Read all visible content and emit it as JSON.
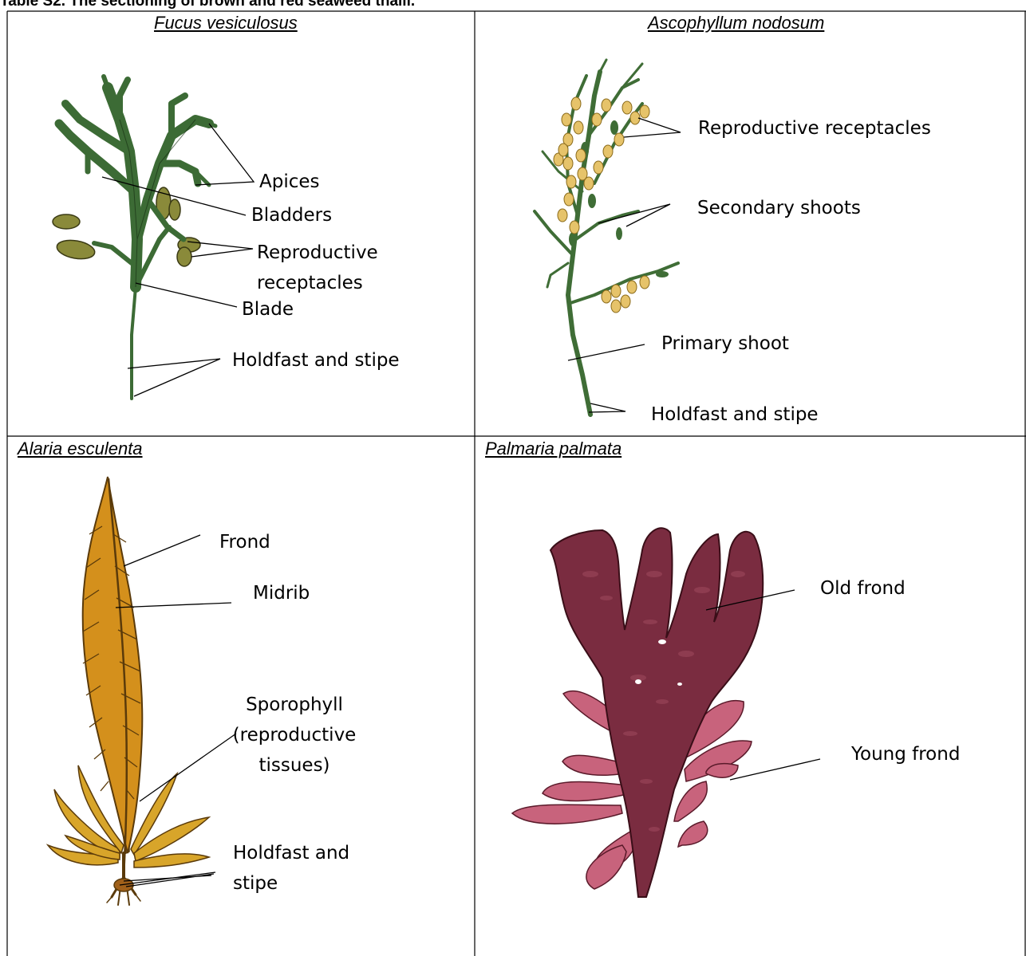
{
  "caption": "Table S2. The sectioning of brown and red seaweed thalli.",
  "panels": [
    {
      "species": "Fucus vesiculosus",
      "labels": [
        "Apices",
        "Bladders",
        "Reproductive\nreceptacles",
        "Blade",
        "Holdfast and stipe"
      ]
    },
    {
      "species": "Ascophyllum nodosum",
      "labels": [
        "Reproductive receptacles",
        "Secondary shoots",
        "Primary shoot",
        "Holdfast and stipe"
      ]
    },
    {
      "species": "Alaria esculenta",
      "labels": [
        "Frond",
        "Midrib",
        "Sporophyll\n(reproductive\ntissues)",
        "Holdfast and\nstipe"
      ]
    },
    {
      "species": "Palmaria palmata",
      "labels": [
        "Old frond",
        "Young frond"
      ]
    }
  ],
  "colors": {
    "fucus_green": "#3c6b35",
    "fucus_bladder": "#8a8a3a",
    "asco_green": "#3f6d36",
    "asco_receptacle": "#e6c36a",
    "alaria_orange": "#d4901c",
    "alaria_sporophyll": "#d8a52a",
    "palmaria_old": "#7a2c40",
    "palmaria_young": "#c8637c"
  }
}
